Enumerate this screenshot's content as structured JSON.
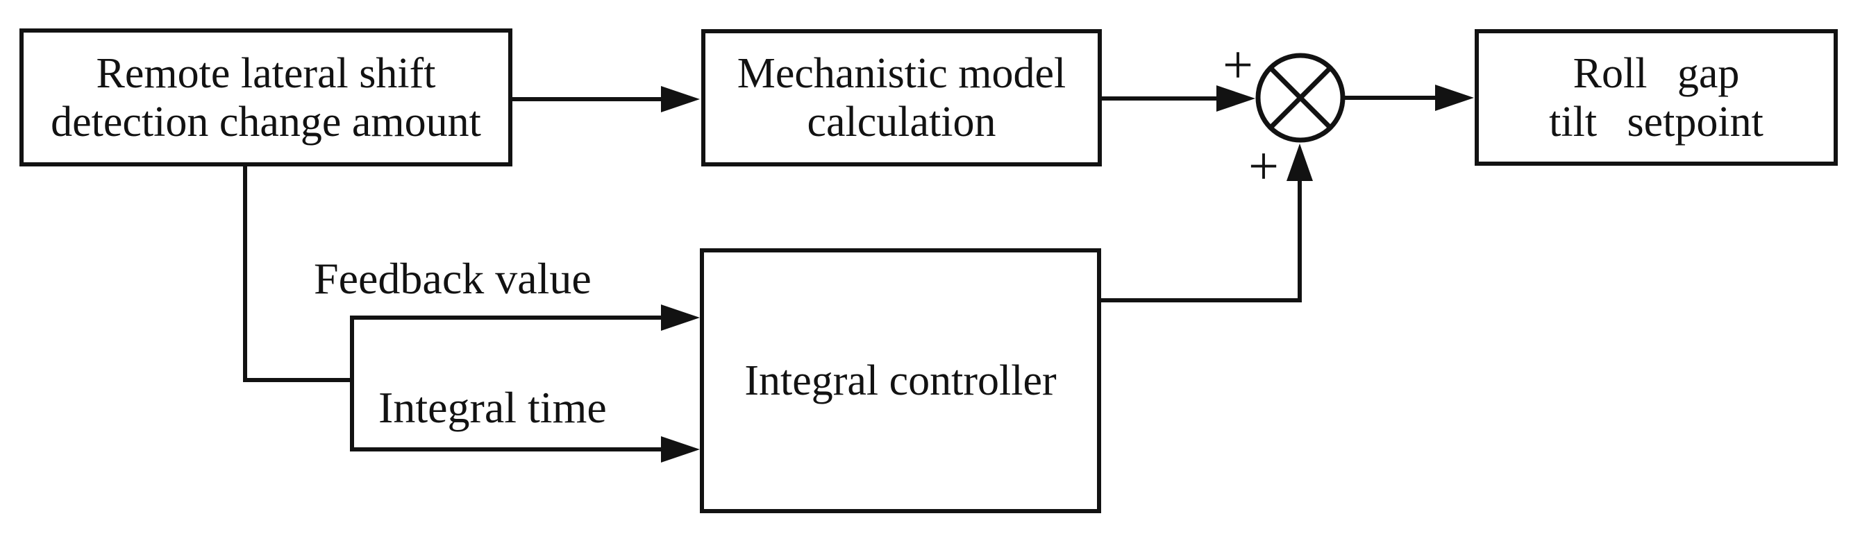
{
  "diagram": {
    "colors": {
      "background": "#ffffff",
      "line": "#121212",
      "text": "#121212"
    },
    "boxes": {
      "remote": {
        "line1": "Remote lateral shift",
        "line2": "detection change amount"
      },
      "mechanistic": {
        "line1": "Mechanistic model",
        "line2": "calculation"
      },
      "integral": {
        "label": "Integral controller"
      },
      "rollgap": {
        "line1": "Roll gap",
        "line2": "tilt setpoint"
      }
    },
    "edge_labels": {
      "feedback": "Feedback value",
      "integral_time": "Integral time"
    },
    "junction": {
      "type": "summing-junction-circle-cross",
      "sign_top": "+",
      "sign_bottom": "+"
    }
  }
}
